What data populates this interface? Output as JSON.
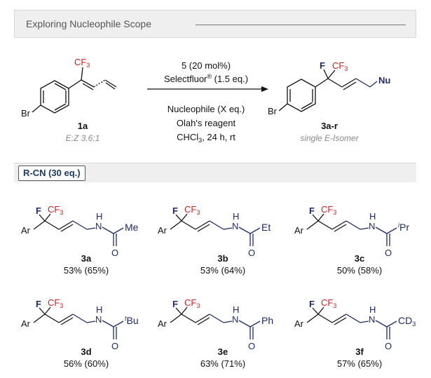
{
  "header": {
    "title": "Exploring Nucleophile Scope"
  },
  "scheme": {
    "reactant_label": "1a",
    "reactant_ratio": "E:Z 3.6:1",
    "reactant_cf3": "CF3",
    "reactant_br": "Br",
    "conditions_top_1": "5 (20 mol%)",
    "conditions_top_2": "Selectfluor® (1.5 eq.)",
    "conditions_bottom_1": "Nucleophile (X eq.)",
    "conditions_bottom_2": "Olah's reagent",
    "conditions_bottom_3": "CHCl3, 24 h, rt",
    "product_label": "3a-r",
    "product_note": "single E-Isomer",
    "product_f": "F",
    "product_cf3": "CF3",
    "product_nu": "Nu",
    "product_br": "Br"
  },
  "section": {
    "tag": "R-CN (30 eq.)"
  },
  "products": [
    {
      "id": "3a",
      "yield": "53% (65%)",
      "r": "Me"
    },
    {
      "id": "3b",
      "yield": "53% (64%)",
      "r": "Et"
    },
    {
      "id": "3c",
      "yield": "50% (58%)",
      "r": "iPr"
    },
    {
      "id": "3d",
      "yield": "56% (60%)",
      "r": "tBu"
    },
    {
      "id": "3e",
      "yield": "63% (71%)",
      "r": "Ph"
    },
    {
      "id": "3f",
      "yield": "57% (65%)",
      "r": "CD3"
    }
  ],
  "colors": {
    "navy": "#1f2a6b",
    "red": "#cc2222",
    "section_text": "#1d3a63"
  }
}
